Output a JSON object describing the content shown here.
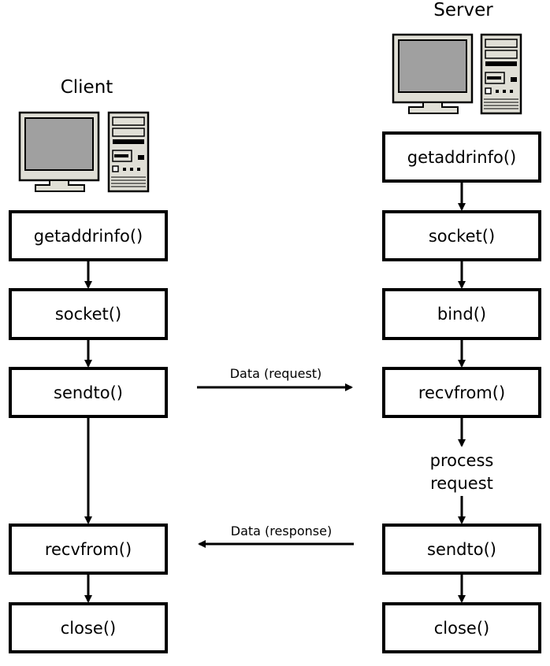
{
  "client": {
    "title": "Client",
    "steps": {
      "getaddrinfo": "getaddrinfo()",
      "socket": "socket()",
      "sendto": "sendto()",
      "recvfrom": "recvfrom()",
      "close": "close()"
    }
  },
  "server": {
    "title": "Server",
    "steps": {
      "getaddrinfo": "getaddrinfo()",
      "socket": "socket()",
      "bind": "bind()",
      "recvfrom": "recvfrom()",
      "process_line1": "process",
      "process_line2": "request",
      "sendto": "sendto()",
      "close": "close()"
    }
  },
  "messages": {
    "request": "Data (request)",
    "response": "Data (response)"
  },
  "icons": {
    "client_computer": "desktop-computer-icon",
    "server_computer": "desktop-computer-icon"
  },
  "colors": {
    "screen": "#a0a0a0",
    "case": "#e0dfd6",
    "stroke": "#000000"
  }
}
